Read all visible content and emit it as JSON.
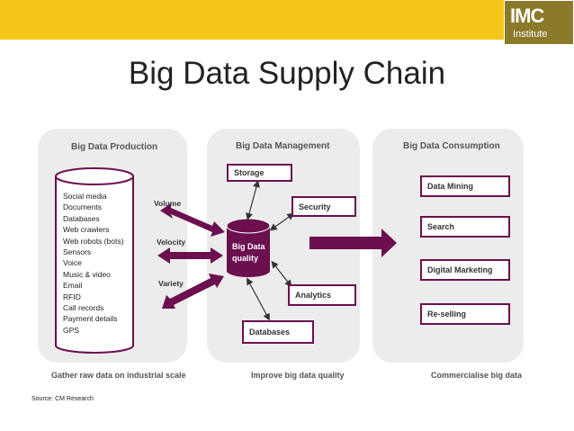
{
  "logo": {
    "main": "IMC",
    "sub": "Institute"
  },
  "title": "Big Data Supply Chain",
  "panels": {
    "production": {
      "title": "Big Data Production",
      "footer": "Gather raw data on industrial scale"
    },
    "management": {
      "title": "Big Data Management",
      "footer": "Improve big data quality"
    },
    "consumption": {
      "title": "Big Data Consumption",
      "footer": "Commercialise big data"
    }
  },
  "production_items": [
    "Social media",
    "Documents",
    "Databases",
    "Web crawlers",
    "Web robots (bots)",
    "Sensors",
    "Voice",
    "Music & video",
    "Email",
    "RFID",
    "Call records",
    "Payment details",
    "GPS"
  ],
  "arrows": {
    "volume": "Volume",
    "velocity": "Velocity",
    "variety": "Variety"
  },
  "management_nodes": {
    "center": "Big Data quality",
    "storage": "Storage",
    "security": "Security",
    "analytics": "Analytics",
    "databases": "Databases"
  },
  "consumption_items": [
    "Data Mining",
    "Search",
    "Digital Marketing",
    "Re-selling"
  ],
  "source": "Source: CM Research",
  "colors": {
    "accent": "#6b0f4f",
    "topbar": "#f5c518",
    "panel": "#ececec"
  }
}
